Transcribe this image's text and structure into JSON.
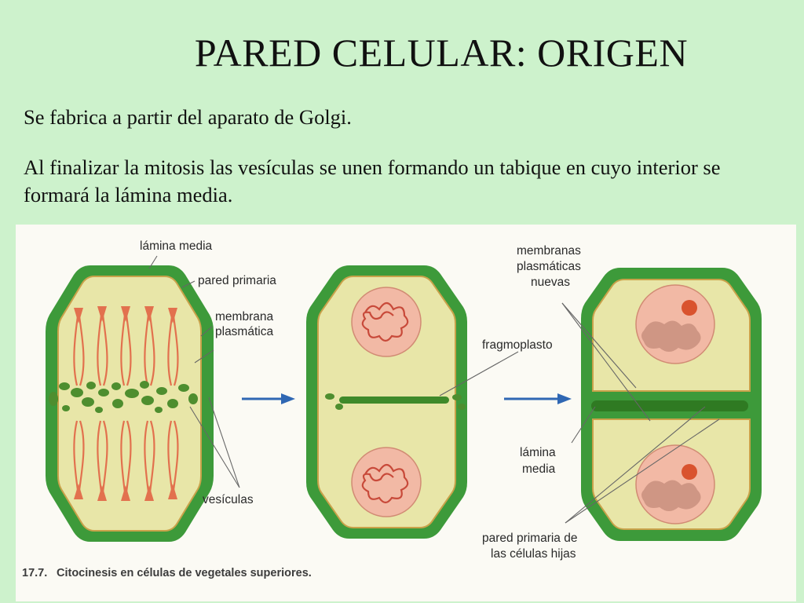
{
  "title": "PARED CELULAR: ORIGEN",
  "paragraphs": [
    "Se fabrica a partir del aparato de Golgi.",
    "Al finalizar la mitosis las vesículas se unen formando un tabique en cuyo interior se formará la lámina media."
  ],
  "figure": {
    "labels": {
      "lamina_media": "lámina media",
      "pared_primaria": "pared primaria",
      "membrana_1": "membrana",
      "membrana_2": "plasmática",
      "vesiculas": "vesículas",
      "fragmoplasto": "fragmoplasto",
      "membranas_1": "membranas",
      "membranas_2": "plasmáticas",
      "membranas_3": "nuevas",
      "lamina_1": "lámina",
      "lamina_2": "media",
      "pared_hijas_1": "pared primaria de",
      "pared_hijas_2": "las células hijas"
    },
    "caption": {
      "number": "17.7.",
      "text": "Citocinesis en células de vegetales superiores."
    }
  },
  "colors": {
    "background": "#cdf2cc",
    "cell_wall": "#3d9a3a",
    "cytoplasm": "#e8e6a8",
    "nucleus": "#f2b9a5",
    "vesicle": "#4e8e2f",
    "spindle": "#e2714e",
    "arrow": "#2f67b3"
  }
}
